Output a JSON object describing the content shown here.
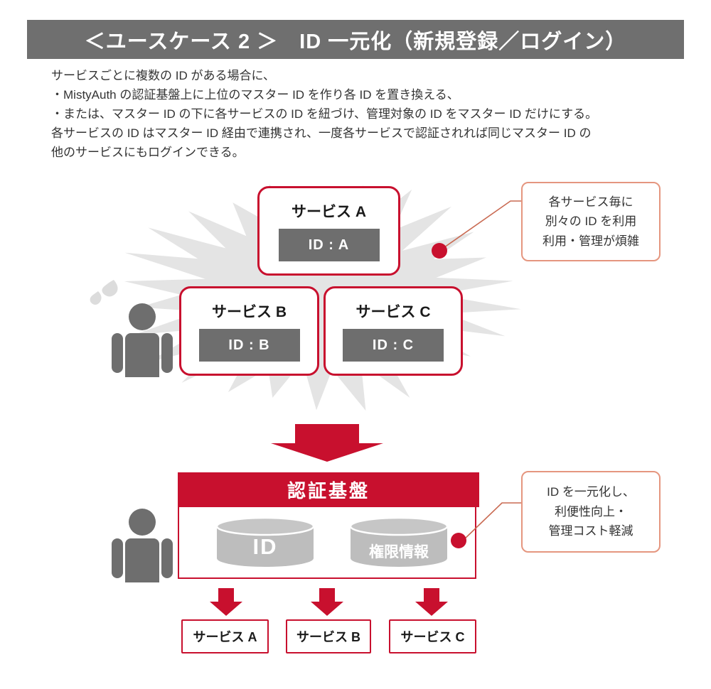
{
  "header": {
    "title": "＜ユースケース 2 ＞　ID 一元化（新規登録／ログイン）"
  },
  "intro": {
    "lines": [
      "サービスごとに複数の ID がある場合に、",
      "・MistyAuth の認証基盤上に上位のマスター ID を作り各 ID を置き換える、",
      "・または、マスター ID の下に各サービスの ID を紐づけ、管理対象の ID をマスター ID だけにする。",
      "各サービスの ID はマスター ID 経由で連携され、一度各サービスで認証されれば同じマスター ID の",
      "他のサービスにもログインできる。"
    ]
  },
  "before": {
    "service_a": {
      "name": "サービス A",
      "id": "ID : A"
    },
    "service_b": {
      "name": "サービス B",
      "id": "ID : B"
    },
    "service_c": {
      "name": "サービス C",
      "id": "ID : C"
    },
    "callout": {
      "line1": "各サービス毎に",
      "line2": "別々の ID を利用",
      "line3": "利用・管理が煩雑"
    }
  },
  "after": {
    "platform": {
      "title": "認証基盤",
      "db_id": "ID",
      "db_auth": "権限情報"
    },
    "callout": {
      "line1": "ID を一元化し、",
      "line2": "利便性向上・",
      "line3": "管理コスト軽減"
    },
    "service_a": "サービス A",
    "service_b": "サービス B",
    "service_c": "サービス C"
  },
  "colors": {
    "accent_red": "#C8102E",
    "bar_gray": "#6F6F6F",
    "chip_gray": "#6E6E6E",
    "starburst_gray": "#E4E4E4",
    "cylinder_gray": "#BDBDBD",
    "callout_border": "#E5967F"
  }
}
